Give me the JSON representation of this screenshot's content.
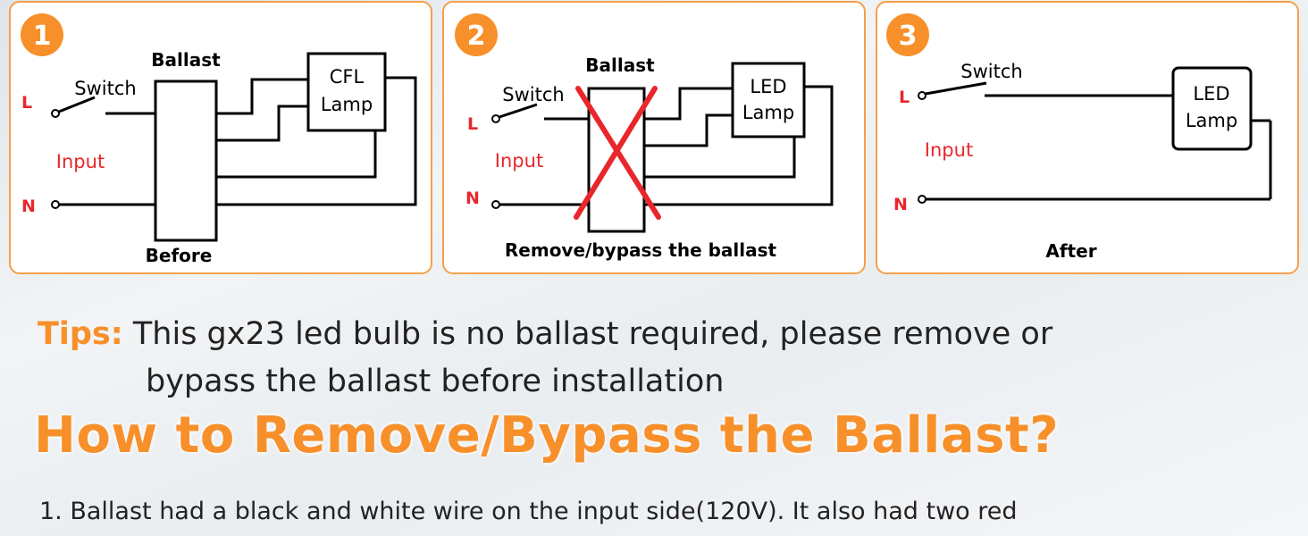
{
  "panels": [
    {
      "number": "1",
      "component_label": "Ballast",
      "switch_label": "Switch",
      "line_label": "L",
      "neutral_label": "N",
      "input_label": "Input",
      "lamp_line1": "CFL",
      "lamp_line2": "Lamp",
      "caption": "Before"
    },
    {
      "number": "2",
      "component_label": "Ballast",
      "switch_label": "Switch",
      "line_label": "L",
      "neutral_label": "N",
      "input_label": "Input",
      "lamp_line1": "LED",
      "lamp_line2": "Lamp",
      "caption": "Remove/bypass the ballast"
    },
    {
      "number": "3",
      "switch_label": "Switch",
      "line_label": "L",
      "neutral_label": "N",
      "input_label": "Input",
      "lamp_line1": "LED",
      "lamp_line2": "Lamp",
      "caption": "After"
    }
  ],
  "tips": {
    "label": "Tips:",
    "line1": "This gx23 led bulb is no ballast required, please remove or",
    "line2": "bypass the ballast before installation"
  },
  "headline": "How to Remove/Bypass the Ballast?",
  "step1": "1. Ballast had a black and white wire on the input side(120V). It also had two red",
  "colors": {
    "accent": "#f7902a",
    "panel_border": "#f3a04a",
    "label_red": "#e8262b",
    "cross_red": "#e8262b"
  }
}
